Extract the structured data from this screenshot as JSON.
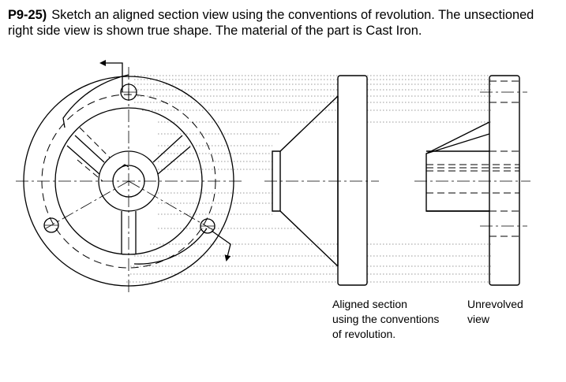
{
  "problem": {
    "number": "P9-25)",
    "text": "Sketch an aligned section view using the conventions of revolution.  The unsectioned right side view is shown true shape.  The material of the part is Cast Iron."
  },
  "captions": {
    "aligned": [
      "Aligned section",
      "using the conventions",
      "of revolution."
    ],
    "unrevolved": [
      "Unrevolved",
      "view"
    ]
  }
}
